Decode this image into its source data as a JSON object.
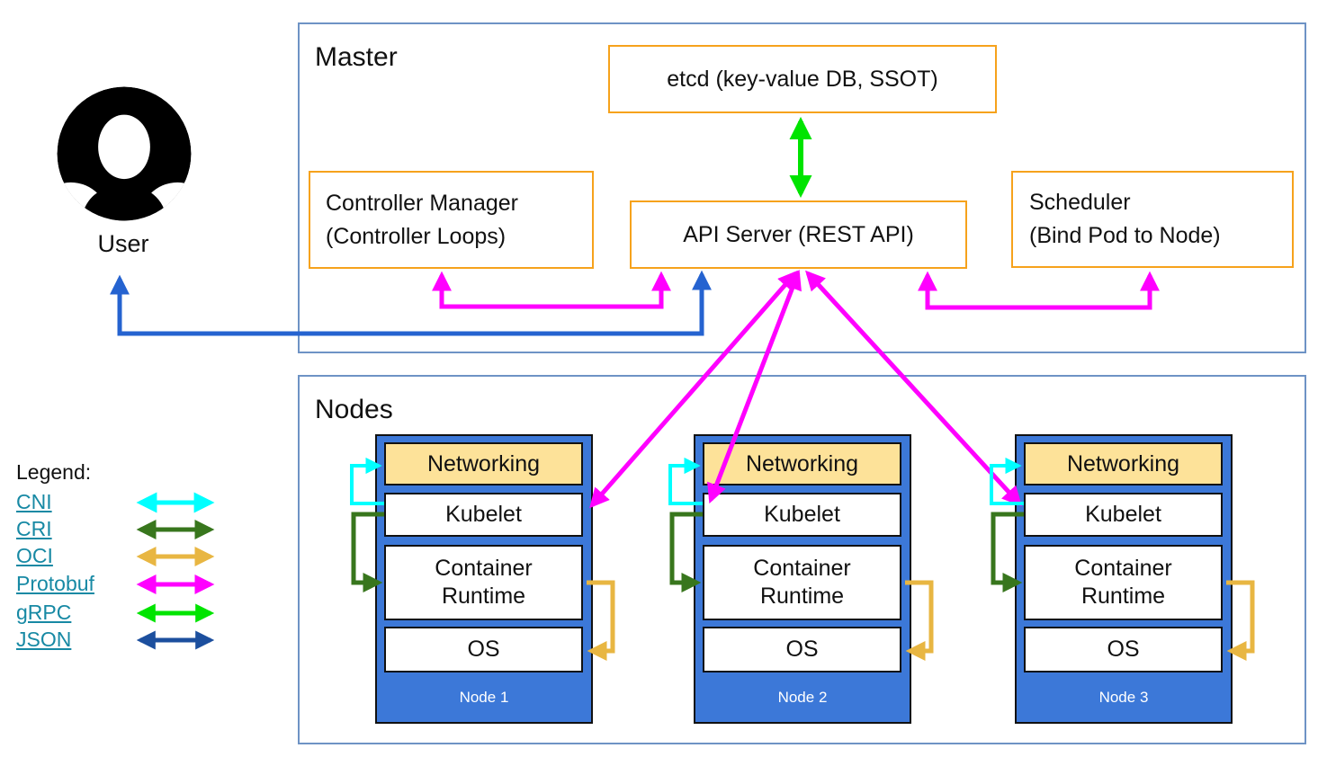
{
  "user": {
    "label": "User"
  },
  "master": {
    "title": "Master",
    "etcd_label": "etcd (key-value DB, SSOT)",
    "api_server_label": "API Server (REST API)",
    "controller_manager": {
      "line1": "Controller Manager",
      "line2": "(Controller Loops)"
    },
    "scheduler": {
      "line1": "Scheduler",
      "line2": "(Bind Pod to Node)"
    }
  },
  "nodes_section": {
    "title": "Nodes",
    "nodes": [
      {
        "name": "Node 1",
        "layers": {
          "networking": "Networking",
          "kubelet": "Kubelet",
          "container_runtime": "Container Runtime",
          "os": "OS"
        }
      },
      {
        "name": "Node 2",
        "layers": {
          "networking": "Networking",
          "kubelet": "Kubelet",
          "container_runtime": "Container Runtime",
          "os": "OS"
        }
      },
      {
        "name": "Node 3",
        "layers": {
          "networking": "Networking",
          "kubelet": "Kubelet",
          "container_runtime": "Container Runtime",
          "os": "OS"
        }
      }
    ]
  },
  "legend": {
    "title": "Legend:",
    "items": [
      {
        "label": "CNI",
        "color": "#00FFFF"
      },
      {
        "label": "CRI",
        "color": "#38761D"
      },
      {
        "label": "OCI",
        "color": "#E8B642"
      },
      {
        "label": "Protobuf",
        "color": "#FF00FF"
      },
      {
        "label": "gRPC",
        "color": "#00E400"
      },
      {
        "label": "JSON",
        "color": "#1C4F9E"
      }
    ]
  },
  "connections": [
    {
      "from": "User",
      "to": "API Server",
      "protocol": "JSON"
    },
    {
      "from": "etcd",
      "to": "API Server",
      "protocol": "gRPC"
    },
    {
      "from": "Controller Manager",
      "to": "API Server",
      "protocol": "Protobuf"
    },
    {
      "from": "Scheduler",
      "to": "API Server",
      "protocol": "Protobuf"
    },
    {
      "from": "API Server",
      "to": "Node 1 Kubelet",
      "protocol": "Protobuf"
    },
    {
      "from": "API Server",
      "to": "Node 2 Kubelet",
      "protocol": "Protobuf"
    },
    {
      "from": "API Server",
      "to": "Node 3 Kubelet",
      "protocol": "Protobuf"
    },
    {
      "from": "Kubelet",
      "to": "Networking",
      "protocol": "CNI"
    },
    {
      "from": "Kubelet",
      "to": "Container Runtime",
      "protocol": "CRI"
    },
    {
      "from": "Container Runtime",
      "to": "OS",
      "protocol": "OCI"
    }
  ],
  "colors": {
    "frame_border": "#6E93C5",
    "component_border": "#F6A21C",
    "node_fill": "#3C78D8",
    "networking_fill": "#FDE299",
    "user_api_line": "#2563D0",
    "legend_link_text": "#1789A4"
  }
}
